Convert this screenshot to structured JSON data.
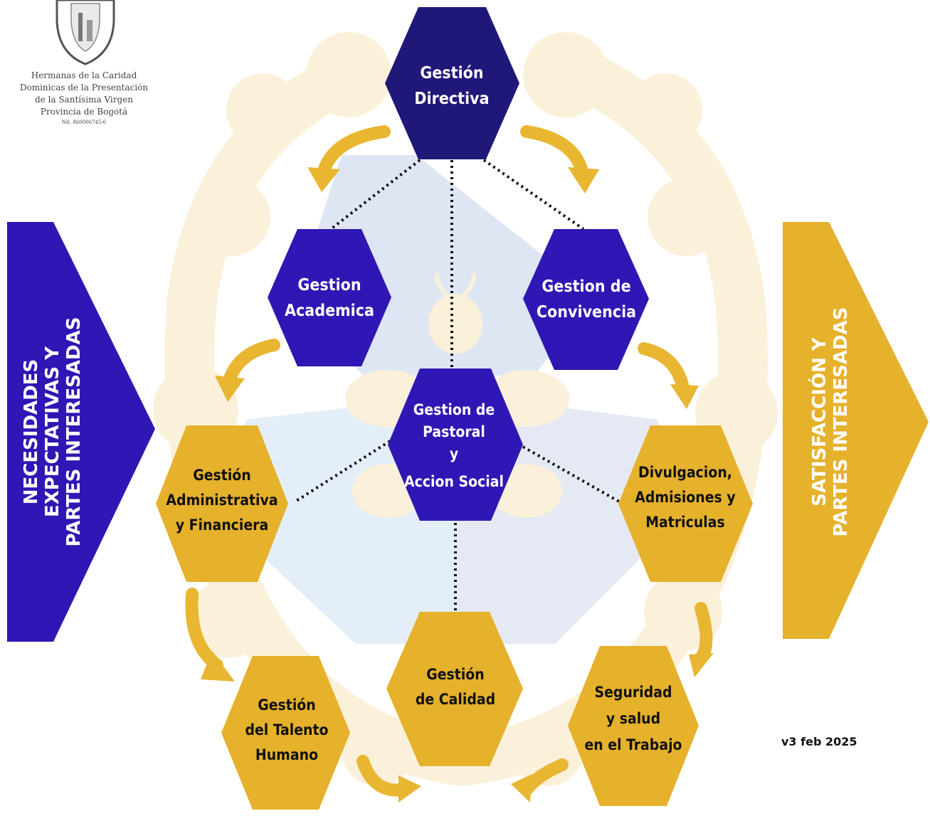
{
  "logo": {
    "lines": [
      "Hermanas de la Caridad",
      "Dominicas de la Presentación",
      "de la Santísima Virgen",
      "Provincia de Bogotá",
      "Nit. 860006745-6"
    ]
  },
  "left_arrow": {
    "lines": [
      "NECESIDADES",
      "EXPECTATIVAS Y",
      "PARTES INTERESADAS"
    ]
  },
  "right_arrow": {
    "lines": [
      "SATISFACCIÓN Y",
      "PARTES INTERESADAS"
    ]
  },
  "processes": {
    "directiva": [
      "Gestión",
      "Directiva"
    ],
    "academica": [
      "Gestion",
      "Academica"
    ],
    "convivencia": [
      "Gestion de",
      "Convivencia"
    ],
    "pastoral": [
      "Gestion de",
      "Pastoral",
      "y",
      "Accion Social"
    ],
    "administrativa": [
      "Gestión",
      "Administrativa",
      "y Financiera"
    ],
    "divulgacion": [
      "Divulgacion,",
      "Admisiones y",
      "Matriculas"
    ],
    "talento": [
      "Gestión",
      "del Talento",
      "Humano"
    ],
    "calidad": [
      "Gestión",
      "de Calidad"
    ],
    "seguridad": [
      "Seguridad",
      "y salud",
      "en el Trabajo"
    ]
  },
  "version": "v3 feb 2025",
  "colors": {
    "navy": "#1f1878",
    "indigo": "#2e17b4",
    "gold": "#e6b12b",
    "arrow_gold": "#e8b630",
    "ring": "#fbf0da",
    "panel_blue": "#dfe6f3",
    "panel_light": "#e4eef8"
  }
}
